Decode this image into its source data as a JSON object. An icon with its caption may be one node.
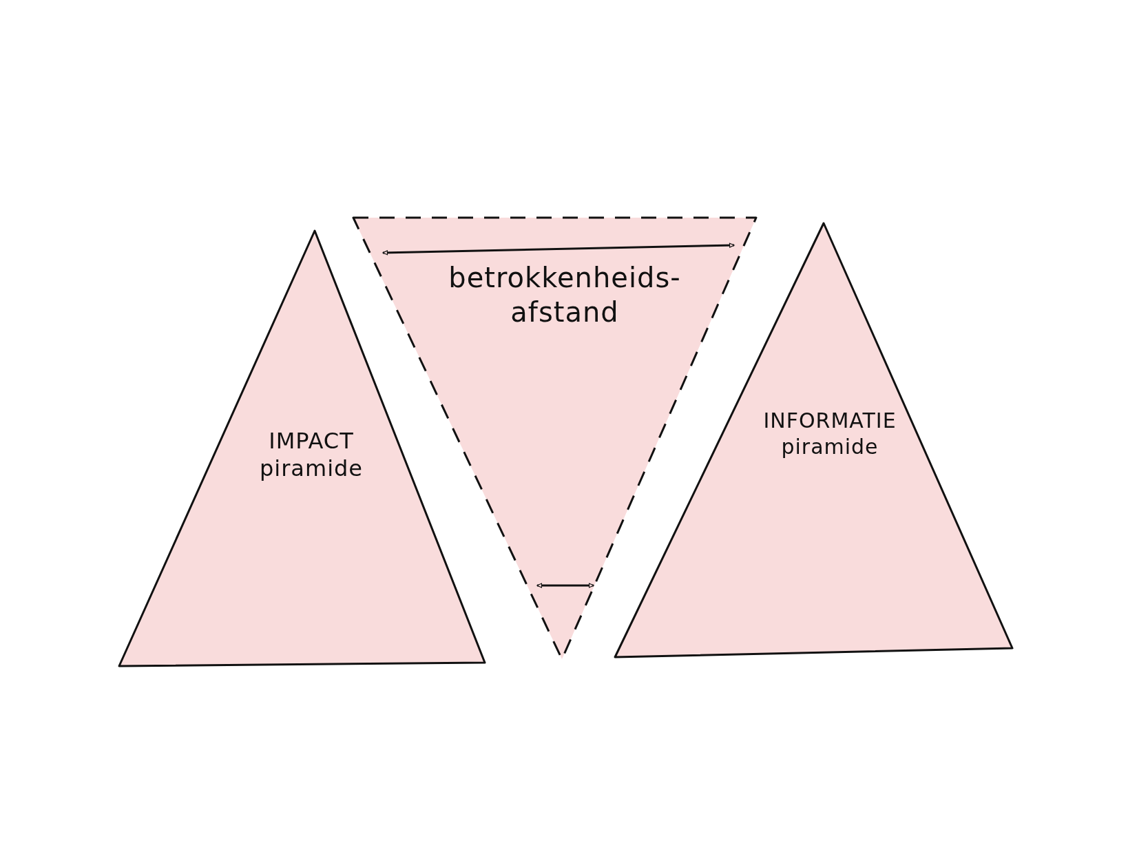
{
  "diagram": {
    "nodes": [
      {
        "text": [
          "IMPACT piramide"
        ]
      },
      {
        "text": [
          "betrokkenheids- afstand"
        ]
      },
      {
        "text": [
          "INFORMATIE piramide"
        ]
      }
    ]
  }
}
